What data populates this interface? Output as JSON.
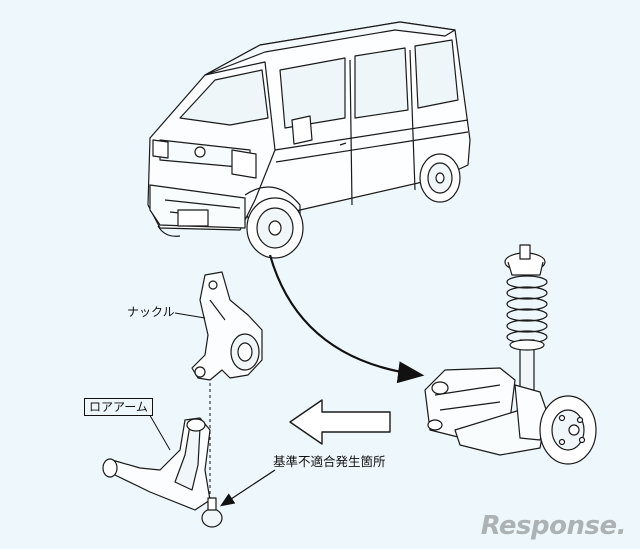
{
  "labels": {
    "knuckle": "ナックル",
    "lower_arm": "ロアアーム",
    "defect_location": "基準不適合発生箇所"
  },
  "watermark": "Response.",
  "colors": {
    "background": "#eef8fc",
    "line": "#1a1a1a",
    "fill": "#ffffff"
  },
  "icons": [
    "van-illustration",
    "knuckle-part",
    "lower-arm-part",
    "strut-assembly",
    "curved-arrow",
    "hollow-left-arrow"
  ]
}
